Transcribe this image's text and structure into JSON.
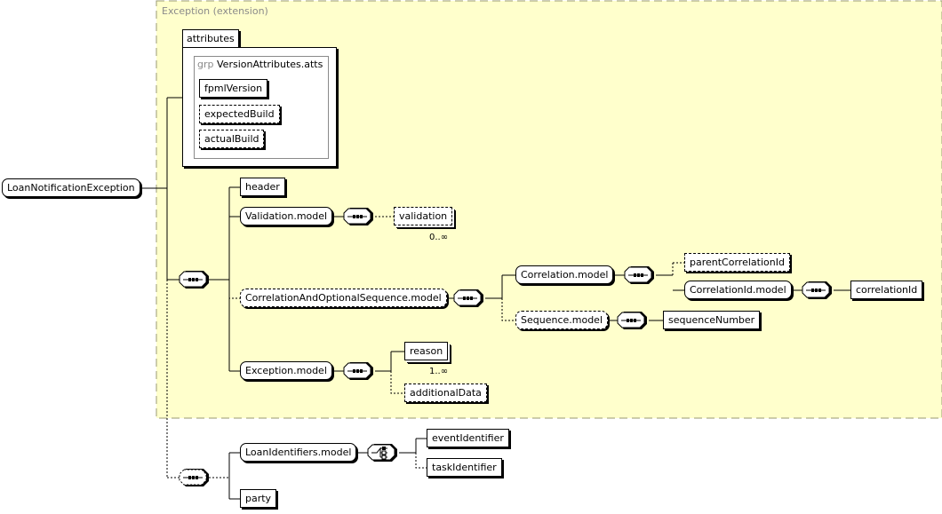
{
  "extension_label": "Exception (extension)",
  "attributes_label": "attributes",
  "group": {
    "keyword": "grp",
    "name": "VersionAttributes.atts"
  },
  "attributes": [
    "fpmlVersion",
    "expectedBuild",
    "actualBuild"
  ],
  "root": "LoanNotificationException",
  "elements": {
    "header": "header",
    "validation_model": "Validation.model",
    "validation": "validation",
    "validation_card": "0..∞",
    "corr_seq_model": "CorrelationAndOptionalSequence.model",
    "correlation_model": "Correlation.model",
    "parent_correlation_id": "parentCorrelationId",
    "correlation_id_model": "CorrelationId.model",
    "correlation_id": "correlationId",
    "sequence_model": "Sequence.model",
    "sequence_number": "sequenceNumber",
    "exception_model": "Exception.model",
    "reason": "reason",
    "reason_card": "1..∞",
    "additional_data": "additionalData",
    "loan_identifiers_model": "LoanIdentifiers.model",
    "event_identifier": "eventIdentifier",
    "task_identifier": "taskIdentifier",
    "party": "party"
  },
  "colors": {
    "extension_fill": "#ffffcc",
    "extension_border": "#9a9a72",
    "line": "#000000"
  }
}
